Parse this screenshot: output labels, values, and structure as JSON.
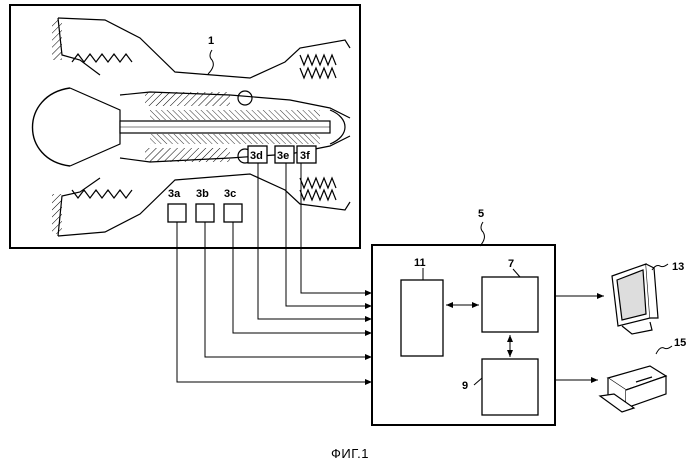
{
  "figure": {
    "caption": "ФИГ.1",
    "refs": {
      "engine": "1",
      "unit": "5",
      "module_11": "11",
      "module_7": "7",
      "module_9": "9",
      "monitor": "13",
      "printer": "15"
    },
    "sensors": [
      "3a",
      "3b",
      "3c",
      "3d",
      "3e",
      "3f"
    ]
  }
}
